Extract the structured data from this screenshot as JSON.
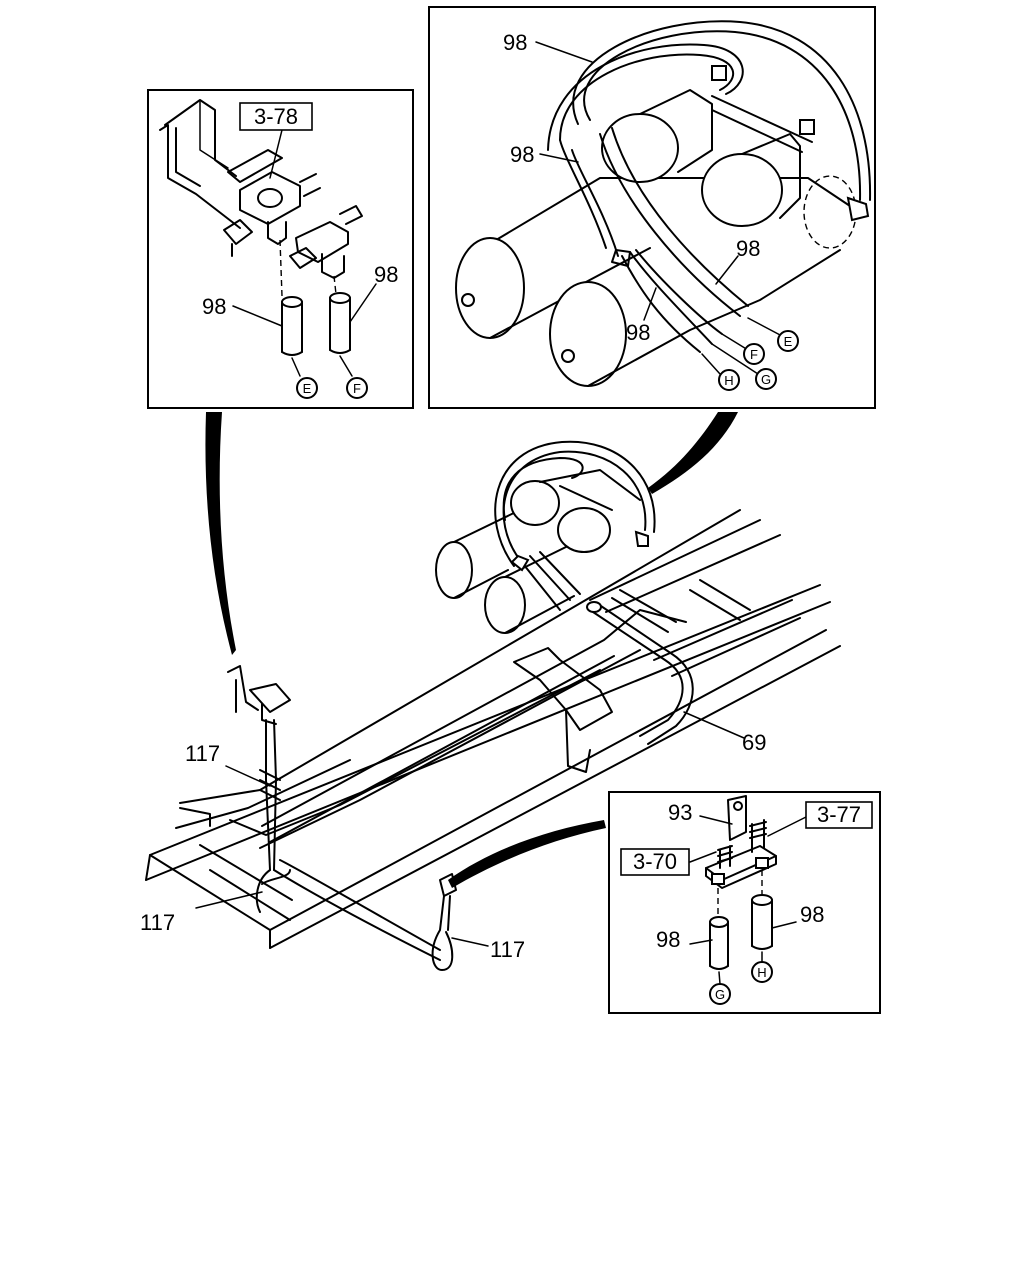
{
  "callouts": {
    "p1_ref": "3-78",
    "p1_left": "98",
    "p1_right": "98",
    "p1_E": "E",
    "p1_F": "F",
    "p2_top": "98",
    "p2_mid": "98",
    "p2_right": "98",
    "p2_lower": "98",
    "p2_E": "E",
    "p2_F": "F",
    "p2_G": "G",
    "p2_H": "H",
    "main_69": "69",
    "main_117a": "117",
    "main_117b": "117",
    "main_117c": "117",
    "p3_93": "93",
    "p3_ref_a": "3-77",
    "p3_ref_b": "3-70",
    "p3_left": "98",
    "p3_right": "98",
    "p3_G": "G",
    "p3_H": "H"
  }
}
